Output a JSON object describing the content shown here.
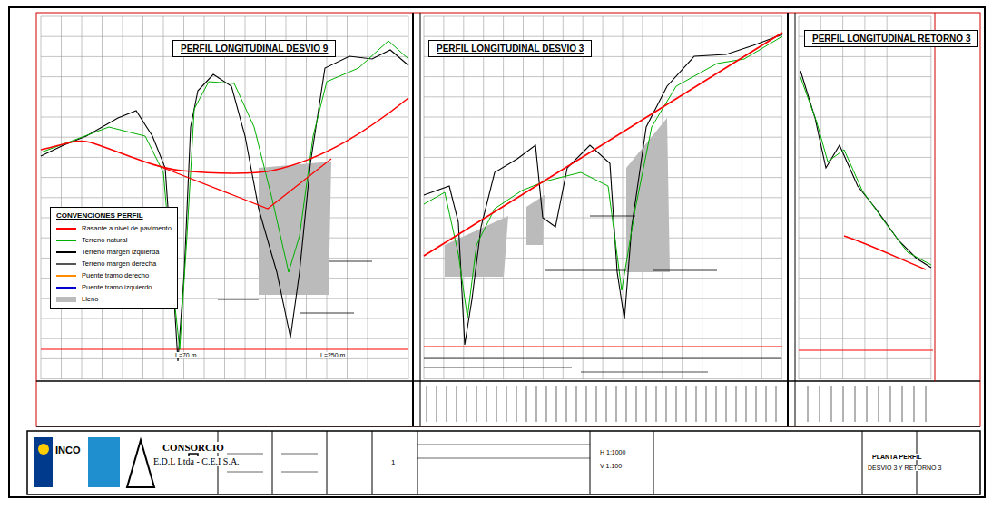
{
  "diagram": {
    "nodes": [
      {
        "text": [
          "PERFIL LONGITUDINAL DESVIO 9"
        ]
      },
      {
        "text": [
          "PERFIL LONGITUDINAL DESVIO 3"
        ]
      },
      {
        "text": [
          "PERFIL LONGITUDINAL RETORNO 3"
        ]
      },
      {
        "text": [
          "CONVENCIONES PERFIL"
        ]
      }
    ],
    "labels": [
      "CONSORCIO",
      "E.D.L Ltda - C.E.I S.A.",
      "INCO",
      "L=70 m",
      "L=250 m",
      "PLANTA PERFIL",
      "H 1:1000",
      "V 1:100",
      "1",
      "DESVIO 3 Y RETORNO 3"
    ],
    "legend": [
      {
        "text": "Rasante a nivel de pavimento",
        "color": "#ff0000"
      },
      {
        "text": "Terreno natural",
        "color": "#00b000"
      },
      {
        "text": "Terreno margen izquierda",
        "color": "#000000"
      },
      {
        "text": "Terreno margen derecha",
        "color": "#555555"
      },
      {
        "text": "Puente tramo derecho",
        "color": "#ff8c00"
      },
      {
        "text": "Puente tramo izquierdo",
        "color": "#0000cc"
      },
      {
        "text": "Lleno",
        "color": "#bbbbbb"
      }
    ]
  }
}
